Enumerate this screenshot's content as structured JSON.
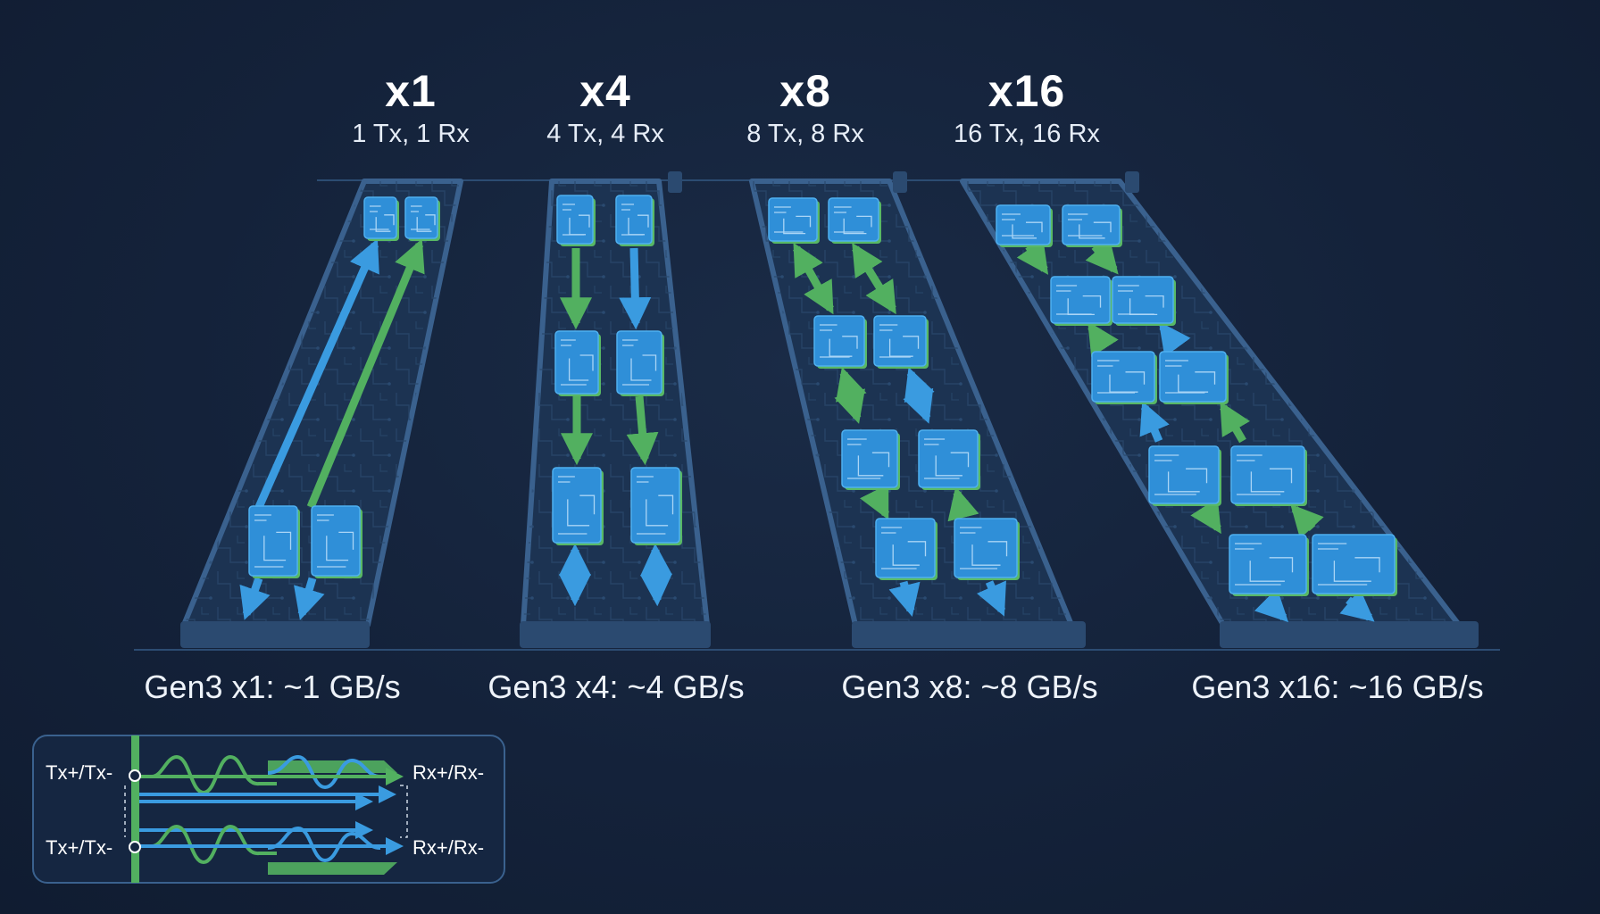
{
  "lanes": [
    {
      "width": "x1",
      "pairs": "1 Tx, 1 Rx",
      "bandwidth": "Gen3 x1: ~1 GB/s"
    },
    {
      "width": "x4",
      "pairs": "4 Tx, 4 Rx",
      "bandwidth": "Gen3 x4: ~4 GB/s"
    },
    {
      "width": "x8",
      "pairs": "8 Tx, 8 Rx",
      "bandwidth": "Gen3 x8: ~8 GB/s"
    },
    {
      "width": "x16",
      "pairs": "16 Tx, 16 Rx",
      "bandwidth": "Gen3 x16: ~16 GB/s"
    }
  ],
  "signal_inset": {
    "tx_top": "Tx+/Tx-",
    "rx_top": "Rx+/Rx-",
    "tx_bottom": "Tx+/Tx-",
    "rx_bottom": "Rx+/Rx-"
  },
  "colors": {
    "background": "#14223a",
    "card_frame": "#2c4c72",
    "chip_blue": "#2f8fd8",
    "chip_green": "#58b865",
    "arrow_blue": "#3a9be0",
    "arrow_green": "#52b060",
    "text": "#ffffff"
  }
}
